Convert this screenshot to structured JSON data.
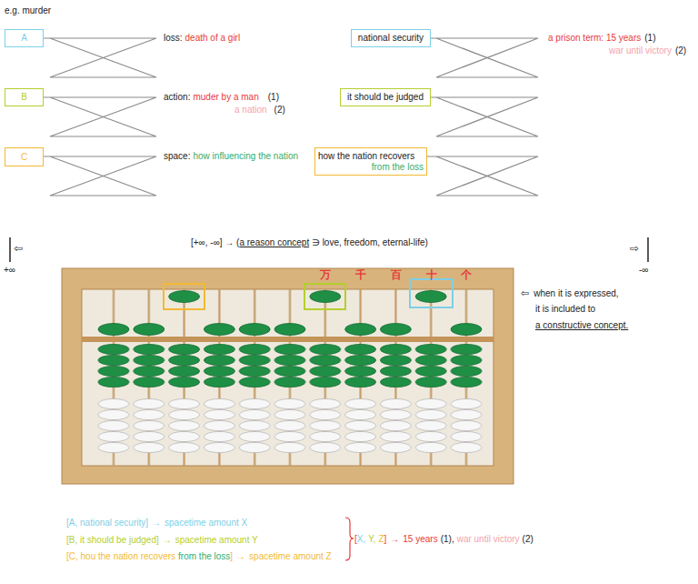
{
  "diagram": {
    "title": "e.g. murder",
    "nodes": [
      {
        "text": [
          "A"
        ]
      },
      {
        "text": [
          "B"
        ]
      },
      {
        "text": [
          "C"
        ]
      },
      {
        "text": [
          "national security"
        ]
      },
      {
        "text": [
          "it should be judged"
        ]
      },
      {
        "text": [
          "how the nation recovers",
          "from the loss"
        ]
      }
    ],
    "labels": [
      "loss:",
      "death of a girl",
      "action:",
      "muder by a man",
      "(1)",
      "a nation",
      "(2)",
      "space:",
      "how influencing the nation",
      "a prison term: 15 years",
      "(1)",
      "war until victory",
      "(2)",
      "⇦",
      "+∞",
      "[+∞, -∞] → (",
      "a reason concept",
      "∋ love, freedom, eternal-life)",
      "⇨",
      "-∞",
      "万",
      "千",
      "百",
      "十",
      "个",
      "⇦",
      "when it is expressed,",
      "it is included to",
      "a constructive concept.",
      "[A, national security]",
      "→",
      "spacetime amount X",
      "[B, it should be judged]",
      "→",
      "spacetime amount Y",
      "[C, hou the nation recovers",
      "from the loss",
      "]",
      "→",
      "spacetime amount Z",
      "[",
      "X,",
      "Y,",
      "Z",
      "]",
      "→",
      "15 years",
      "(1),",
      "war until victory",
      "(2)"
    ]
  }
}
